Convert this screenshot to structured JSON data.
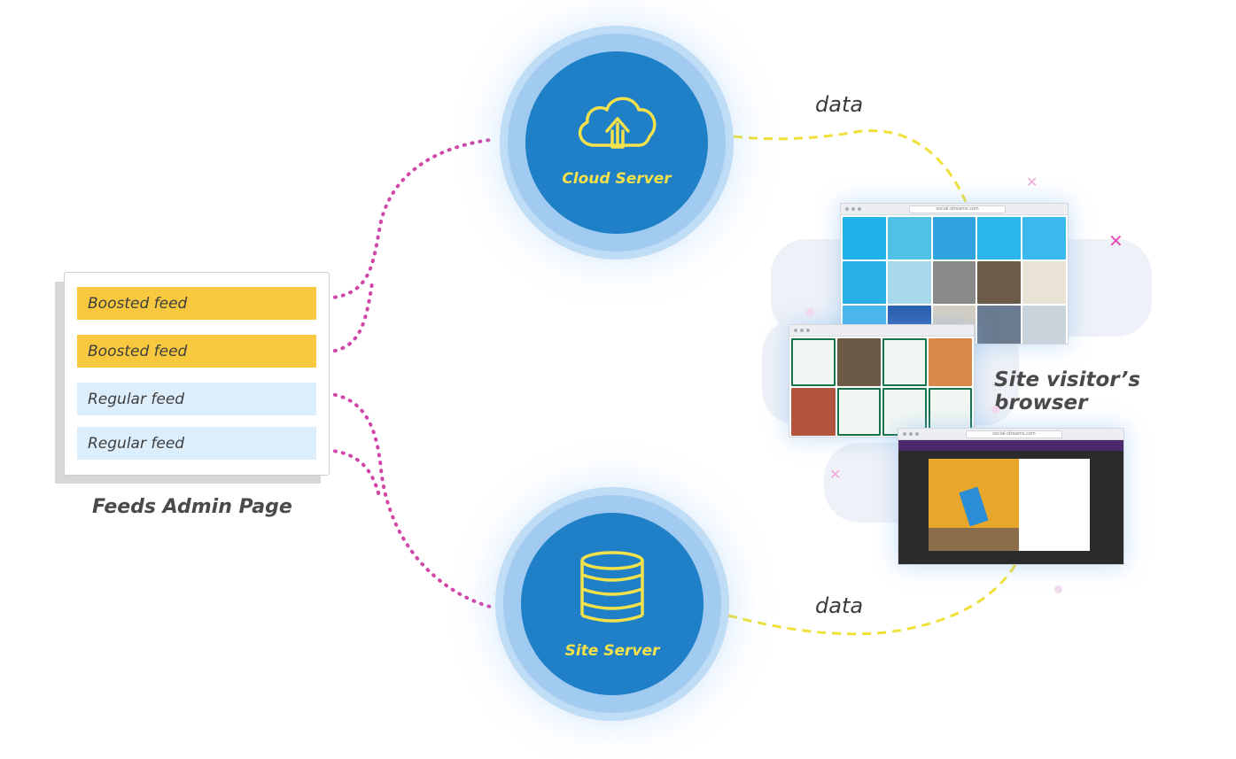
{
  "admin": {
    "caption": "Feeds Admin Page",
    "feeds": [
      {
        "label": "Boosted feed",
        "kind": "boosted"
      },
      {
        "label": "Boosted feed",
        "kind": "boosted"
      },
      {
        "label": "Regular feed",
        "kind": "regular"
      },
      {
        "label": "Regular feed",
        "kind": "regular"
      }
    ]
  },
  "cloud_server": {
    "label": "Cloud Server",
    "icon": "cloud-upload-icon"
  },
  "site_server": {
    "label": "Site Server",
    "icon": "database-icon"
  },
  "connections": {
    "top_label": "data",
    "bottom_label": "data"
  },
  "visitor": {
    "caption": "Site visitor’s browser",
    "url_top": "social-streams.com",
    "url_bottom": "social-streams.com"
  },
  "colors": {
    "server_blue": "#1f80c8",
    "accent_yellow": "#f5e14a",
    "boosted": "#f8c93e",
    "regular": "#dcedfb",
    "dotted_link": "#d046a8",
    "dashed_link": "#f0e038"
  }
}
